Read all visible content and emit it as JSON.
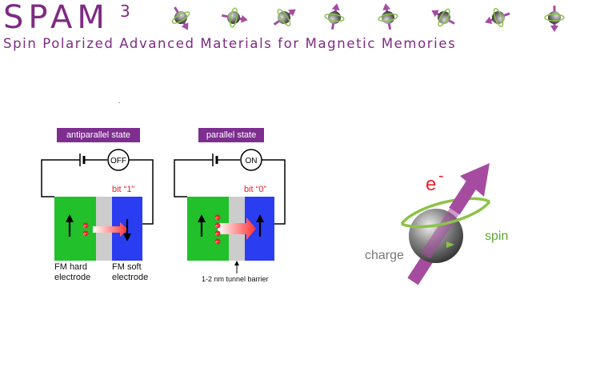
{
  "header": {
    "brand": "SPAM",
    "brand_superscript": "3",
    "tagline": "Spin Polarized Advanced Materials for Magnetic Memories"
  },
  "diagram": {
    "antiparallel": {
      "label": "antiparallel state",
      "switch": "OFF",
      "bit": "bit “1”"
    },
    "parallel": {
      "label": "parallel state",
      "switch": "ON",
      "bit": "bit “0”"
    },
    "electron_symbol": "e⁻",
    "hard_electrode": [
      "FM hard",
      "electrode"
    ],
    "soft_electrode": [
      "FM soft",
      "electrode"
    ],
    "barrier": "1-2 nm tunnel barrier"
  },
  "spin_illustration": {
    "electron": "e",
    "electron_sup": "-",
    "charge": "charge",
    "spin": "spin"
  },
  "colors": {
    "brand": "#7d2b82",
    "label_bg": "#7d2e8f",
    "ferromagnet": "#22c02a",
    "barrier": "#cccccc",
    "soft_layer": "#2a3df0",
    "bit_text": "#e8202a",
    "spin_arrow": "#a54ca0",
    "spin_ring": "#8cc24a",
    "charge_text": "#7a7a7a",
    "sphere": "#555555"
  }
}
